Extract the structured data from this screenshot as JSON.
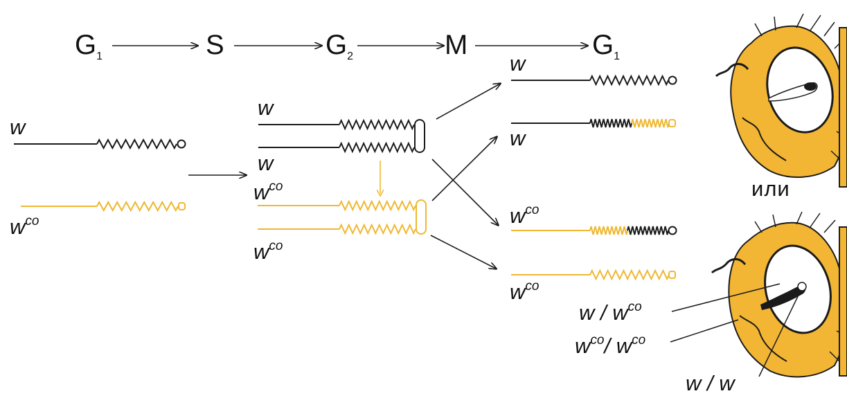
{
  "colors": {
    "black_chromosome": "#1a1a1a",
    "mutant_chromosome": "#f0b730",
    "fly_body": "#f2b534",
    "fly_outline": "#1a1a1a",
    "eye_white": "#ffffff"
  },
  "cell_cycle": {
    "phase1": {
      "main": "G",
      "sub": "1"
    },
    "phase2": {
      "main": "S"
    },
    "phase3": {
      "main": "G",
      "sub": "2"
    },
    "phase4": {
      "main": "M"
    },
    "phase5": {
      "main": "G",
      "sub": "1"
    }
  },
  "labels": {
    "w": "w",
    "wco_base": "w",
    "wco_sup": "co",
    "or_word": "или",
    "genotype_w_wco": {
      "left": "w",
      "sep": " / ",
      "right": "w",
      "right_sup": "co"
    },
    "genotype_wco_wco": {
      "left": "w",
      "left_sup": "co",
      "sep": "/ ",
      "right": "w",
      "right_sup": "co"
    },
    "genotype_w_w": {
      "text": "w / w"
    }
  },
  "icons": {
    "fly_top": "fly-head-icon",
    "fly_bottom": "fly-head-mosaic-icon"
  }
}
